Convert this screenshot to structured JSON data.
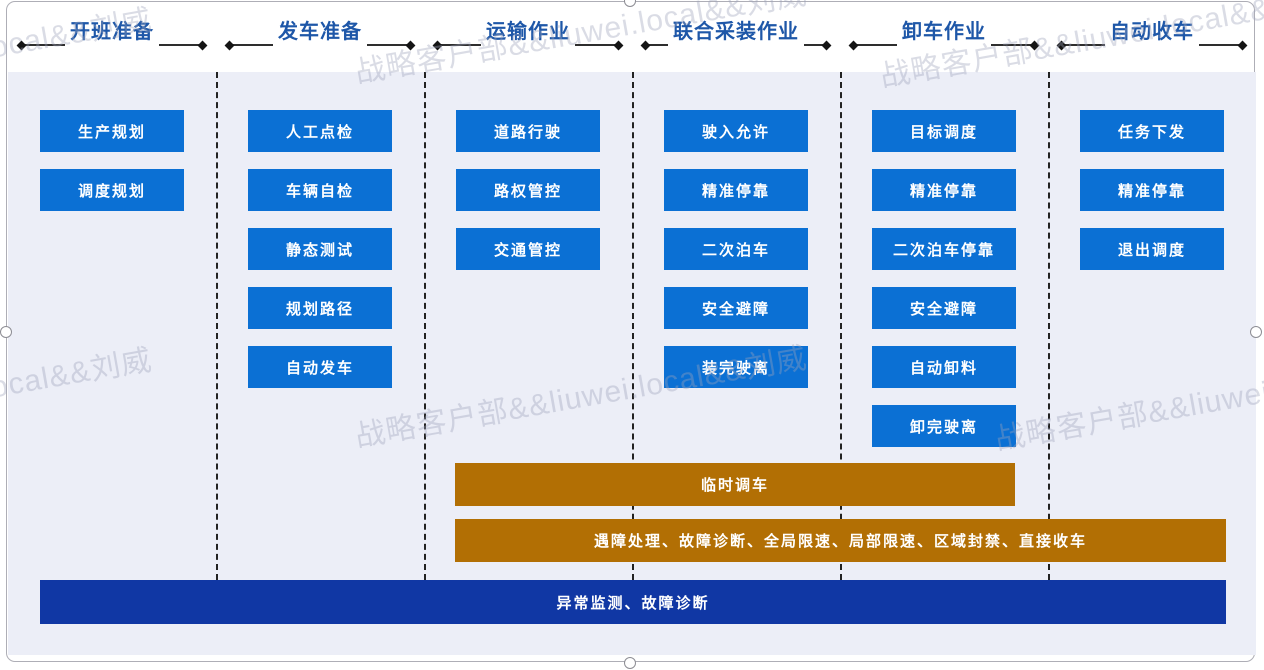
{
  "watermark": {
    "text": "战略客户部&&liuwei.local&&刘威"
  },
  "phases": [
    {
      "label": "开班准备",
      "steps": [
        "生产规划",
        "调度规划"
      ]
    },
    {
      "label": "发车准备",
      "steps": [
        "人工点检",
        "车辆自检",
        "静态测试",
        "规划路径",
        "自动发车"
      ]
    },
    {
      "label": "运输作业",
      "steps": [
        "道路行驶",
        "路权管控",
        "交通管控"
      ]
    },
    {
      "label": "联合采装作业",
      "steps": [
        "驶入允许",
        "精准停靠",
        "二次泊车",
        "安全避障",
        "装完驶离"
      ]
    },
    {
      "label": "卸车作业",
      "steps": [
        "目标调度",
        "精准停靠",
        "二次泊车停靠",
        "安全避障",
        "自动卸料",
        "卸完驶离"
      ]
    },
    {
      "label": "自动收车",
      "steps": [
        "任务下发",
        "精准停靠",
        "退出调度"
      ]
    }
  ],
  "overlay_bars": [
    {
      "label": "临时调车",
      "color": "#B26F04"
    },
    {
      "label": "遇障处理、故障诊断、全局限速、局部限速、区域封禁、直接收车",
      "color": "#B26F04"
    },
    {
      "label": "异常监测、故障诊断",
      "color": "#1037A4"
    }
  ],
  "colors": {
    "step_blue": "#0B70D4",
    "gold": "#B26F04",
    "navy": "#1037A4",
    "header_text": "#1E57A8",
    "panel_bg": "#ECEEF7",
    "connector": "#2E2E2E"
  },
  "decorations": {
    "connector_endpoint": "◆"
  }
}
